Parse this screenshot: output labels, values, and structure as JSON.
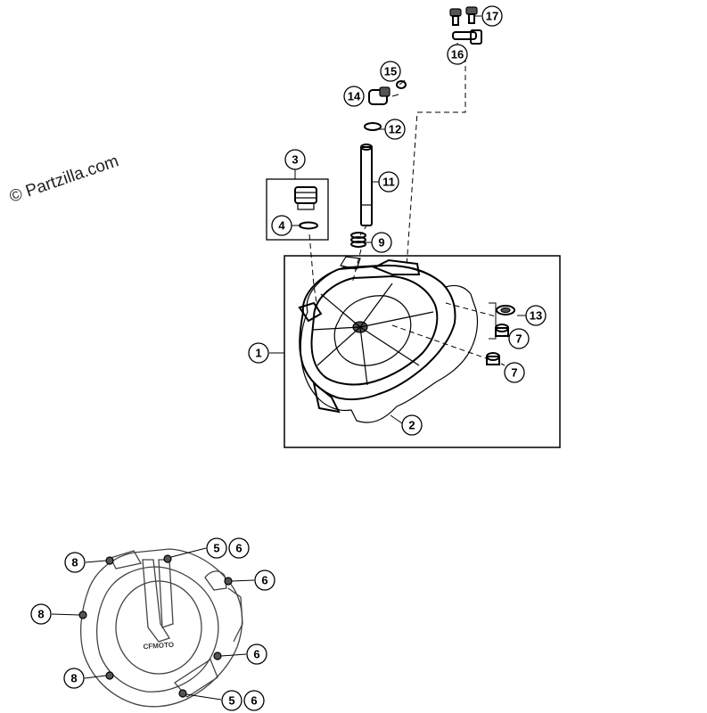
{
  "watermark": "© Partzilla.com",
  "callouts": {
    "c1": "1",
    "c2": "2",
    "c3": "3",
    "c4": "4",
    "c7a": "7",
    "c7b": "7",
    "c9": "9",
    "c11": "11",
    "c12": "12",
    "c13": "13",
    "c14": "14",
    "c15": "15",
    "c16": "16",
    "c17": "17",
    "c5a": "5",
    "c6a": "6",
    "c6b": "6",
    "c6c": "6",
    "c5b": "5",
    "c6d": "6",
    "c8a": "8",
    "c8b": "8",
    "c8c": "8"
  },
  "cover_logo_text": "CFMOTO"
}
